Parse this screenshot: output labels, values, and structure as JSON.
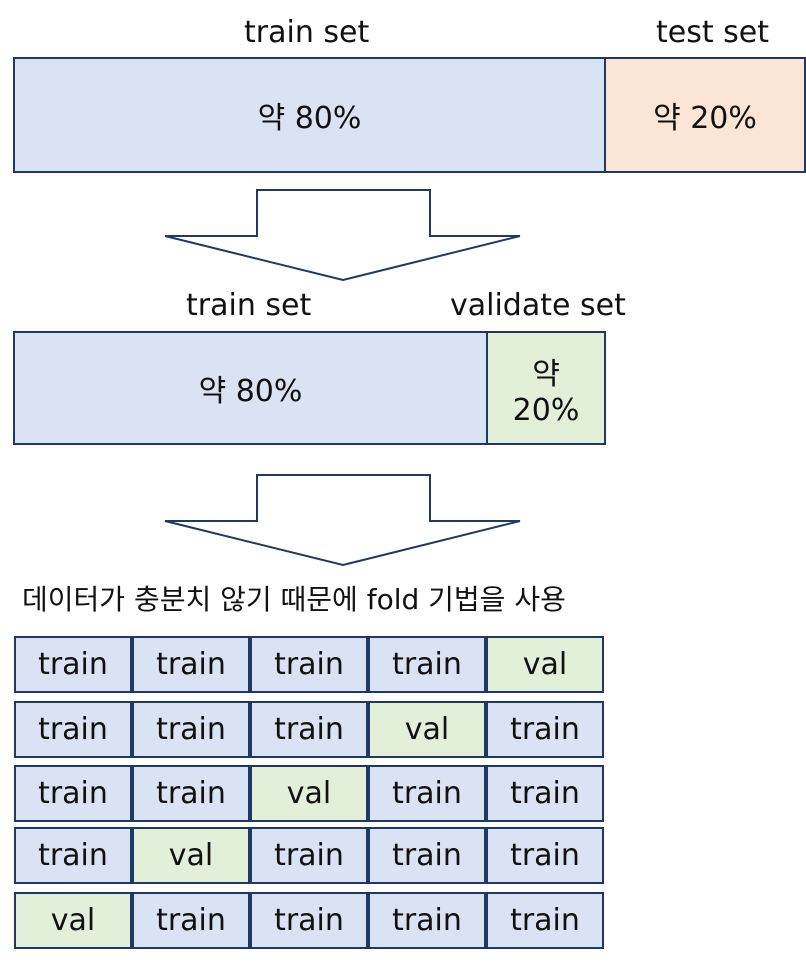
{
  "stage1": {
    "train_label": "train set",
    "test_label": "test set",
    "train_pct": "약 80%",
    "test_pct": "약 20%"
  },
  "stage2": {
    "train_label": "train set",
    "validate_label": "validate set",
    "train_pct": "약 80%",
    "validate_pct_line1": "약",
    "validate_pct_line2": "20%"
  },
  "note": "데이터가 충분치 않기 때문에 fold 기법을 사용",
  "folds": [
    [
      "train",
      "train",
      "train",
      "train",
      "val"
    ],
    [
      "train",
      "train",
      "train",
      "val",
      "train"
    ],
    [
      "train",
      "train",
      "val",
      "train",
      "train"
    ],
    [
      "train",
      "val",
      "train",
      "train",
      "train"
    ],
    [
      "val",
      "train",
      "train",
      "train",
      "train"
    ]
  ],
  "colors": {
    "train": "#dae3f3",
    "test": "#fbe5d6",
    "val": "#e2f0d9",
    "border": "#1f3864"
  }
}
